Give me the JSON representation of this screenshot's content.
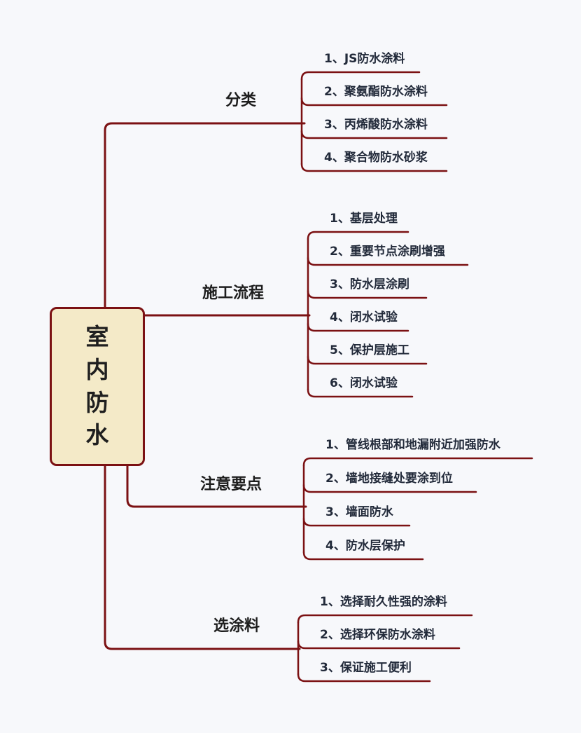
{
  "root": {
    "label": "室内防水"
  },
  "colors": {
    "line": "#7b1113",
    "root_fill": "#f4eac8",
    "background": "#f7f8fb"
  },
  "branches": [
    {
      "label": "分类",
      "items": [
        "1、JS防水涂料",
        "2、聚氨酯防水涂料",
        "3、丙烯酸防水涂料",
        "4、聚合物防水砂浆"
      ]
    },
    {
      "label": "施工流程",
      "items": [
        "1、基层处理",
        "2、重要节点涂刷增强",
        "3、防水层涂刷",
        "4、闭水试验",
        "5、保护层施工",
        "6、闭水试验"
      ]
    },
    {
      "label": "注意要点",
      "items": [
        "1、管线根部和地漏附近加强防水",
        "2、墙地接缝处要涂到位",
        "3、墙面防水",
        "4、防水层保护"
      ]
    },
    {
      "label": "选涂料",
      "items": [
        "1、选择耐久性强的涂料",
        "2、选择环保防水涂料",
        "3、保证施工便利"
      ]
    }
  ]
}
